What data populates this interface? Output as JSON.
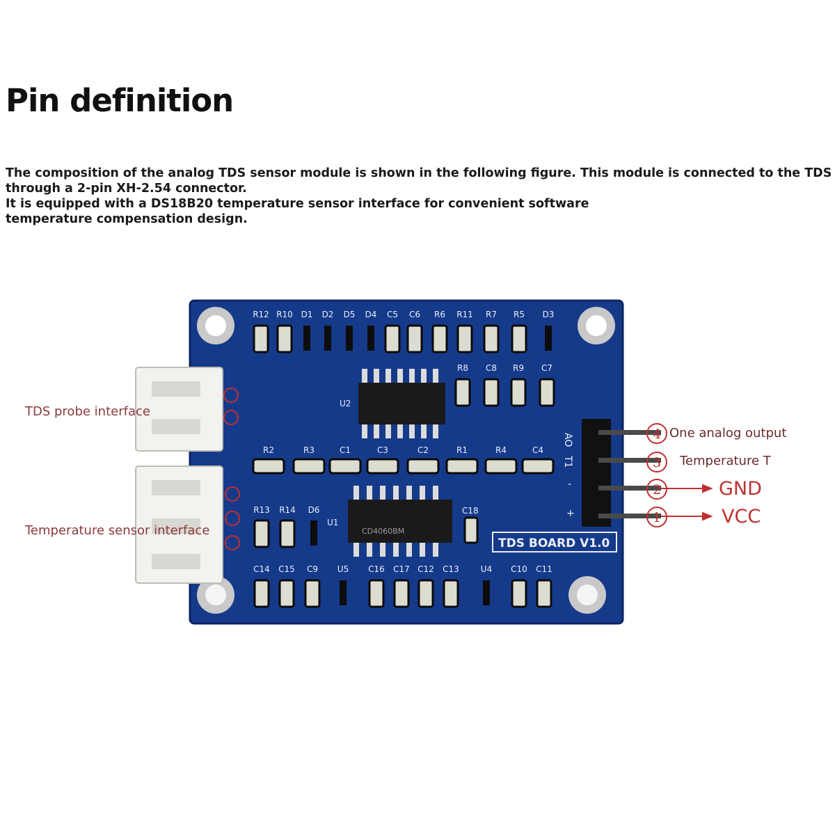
{
  "heading": "Pin definition",
  "description": [
    "The composition of the analog TDS sensor module is shown in the following figure. This module is connected to the TDS probe",
    "through a 2-pin XH-2.54 connector.",
    "It is equipped with a DS18B20 temperature sensor interface for convenient software",
    "temperature compensation design."
  ],
  "board": {
    "name": "TDS BOARD V1.0",
    "header_silkscreen": [
      "AO",
      "T1",
      "-",
      "+"
    ],
    "top_labels": [
      "R12",
      "R10",
      "D1",
      "D2",
      "D5",
      "D4",
      "C5",
      "C6",
      "R6",
      "R11",
      "R7",
      "R5",
      "D3"
    ],
    "row2_labels": [
      "R8",
      "C8",
      "R9",
      "C7"
    ],
    "mid_labels": [
      "R2",
      "R3",
      "C1",
      "C3",
      "C2",
      "R1",
      "R4",
      "C4"
    ],
    "lower_labels": [
      "R13",
      "R14",
      "D6"
    ],
    "bottom_labels": [
      "C14",
      "C15",
      "C9",
      "U5",
      "C16",
      "C17",
      "C12",
      "C13",
      "U4",
      "C10",
      "C11"
    ],
    "chip_labels": [
      "U2",
      "U1",
      "C18"
    ],
    "chip_text": [
      "CD4060BM"
    ],
    "colors": {
      "pcb": "#163a8a",
      "silk": "#e8eef8",
      "connector": "#f2f2ee",
      "annotation": "#c03030"
    }
  },
  "callouts": {
    "left": [
      "TDS probe interface",
      "Temperature sensor interface"
    ],
    "right": [
      {
        "num": "4",
        "label": "One analog output"
      },
      {
        "num": "3",
        "label": "Temperature T"
      },
      {
        "num": "2",
        "label": "GND"
      },
      {
        "num": "1",
        "label": "VCC"
      }
    ]
  }
}
